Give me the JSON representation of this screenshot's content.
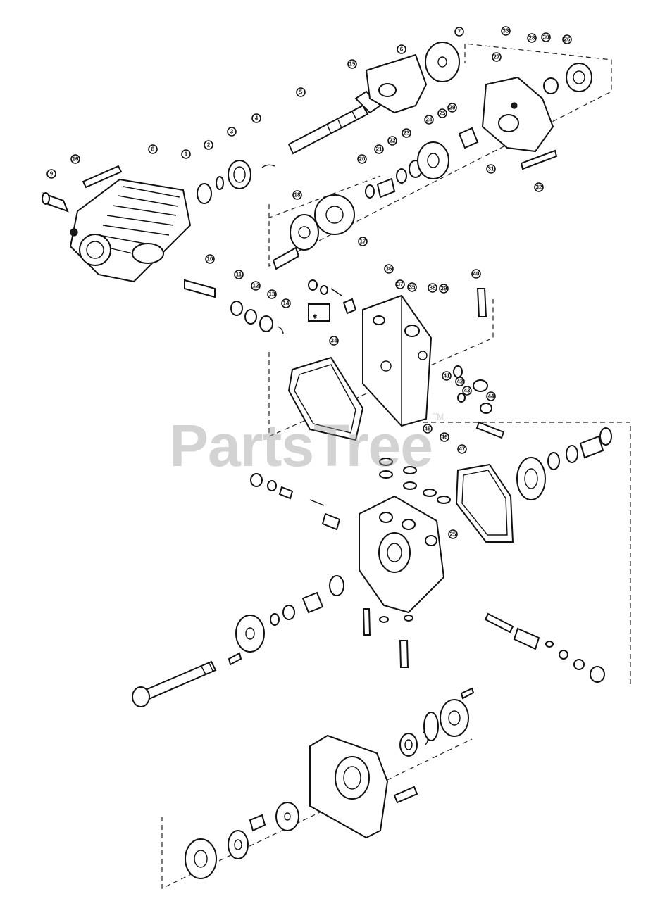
{
  "watermark": {
    "text": "PartsTree",
    "trademark": "TM"
  },
  "note_marker": "✱",
  "callouts": {
    "n1": "1",
    "n2": "2",
    "n3": "3",
    "n4": "4",
    "n5": "5",
    "n6": "6",
    "n7": "7",
    "n8": "8",
    "n9": "9",
    "n10": "10",
    "n11": "11",
    "n12": "12",
    "n13": "13",
    "n14": "14",
    "n15": "15",
    "n16": "16",
    "n17": "17",
    "n18": "18",
    "n20": "20",
    "n21": "21",
    "n22": "22",
    "n23": "23",
    "n24": "24",
    "n25": "25",
    "n26": "26",
    "n27": "27",
    "n28": "28",
    "n29": "29",
    "n30": "30",
    "n31": "31",
    "n32": "32",
    "n33": "33",
    "n34": "34",
    "n35": "35",
    "n36": "36",
    "n37": "37",
    "n38": "38",
    "n39": "39",
    "n40": "40",
    "n41": "41",
    "n42": "42",
    "n43": "43",
    "n44": "44",
    "n45": "45",
    "n46": "46",
    "n47": "47"
  }
}
